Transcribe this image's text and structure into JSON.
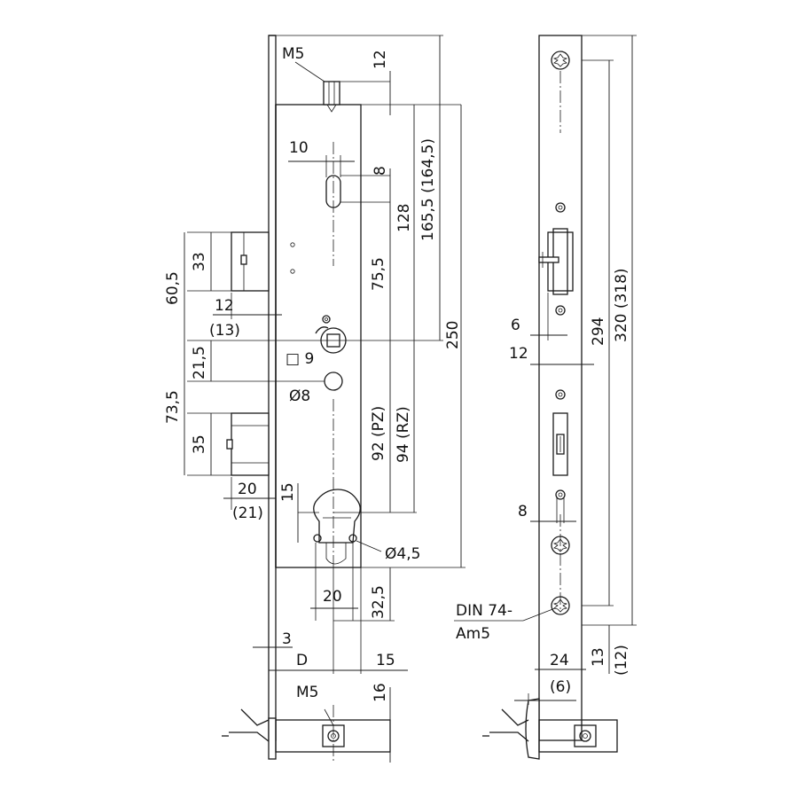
{
  "labels": {
    "m5_top": "M5",
    "d12_top": "12",
    "d10": "10",
    "d8_slot": "8",
    "d128": "128",
    "d165_5": "165,5 (164,5)",
    "d250": "250",
    "d75_5": "75,5",
    "d60_5": "60,5",
    "d33": "33",
    "d12_left": "12",
    "d13_paren": "(13)",
    "sq9": "□ 9",
    "d21_5": "21,5",
    "dia8": "Ø8",
    "d73_5": "73,5",
    "d35": "35",
    "d92": "92 (PZ)",
    "d94": "94 (RZ)",
    "d20_latch": "20",
    "d21_paren": "(21)",
    "d15_cyl": "15",
    "dia4_5": "Ø4,5",
    "d20_cyl": "20",
    "d32_5": "32,5",
    "d3": "3",
    "d_backset": "D",
    "d15_bottom": "15",
    "m5_bottom": "M5",
    "d16": "16",
    "d6_fp": "6",
    "d12_fp": "12",
    "d294": "294",
    "d320": "320 (318)",
    "d8_fp": "8",
    "din_line1": "DIN 74-",
    "din_line2": "Am5",
    "d24": "24",
    "d13_fp": "13",
    "d12_paren": "(12)",
    "d6_paren": "(6)"
  }
}
